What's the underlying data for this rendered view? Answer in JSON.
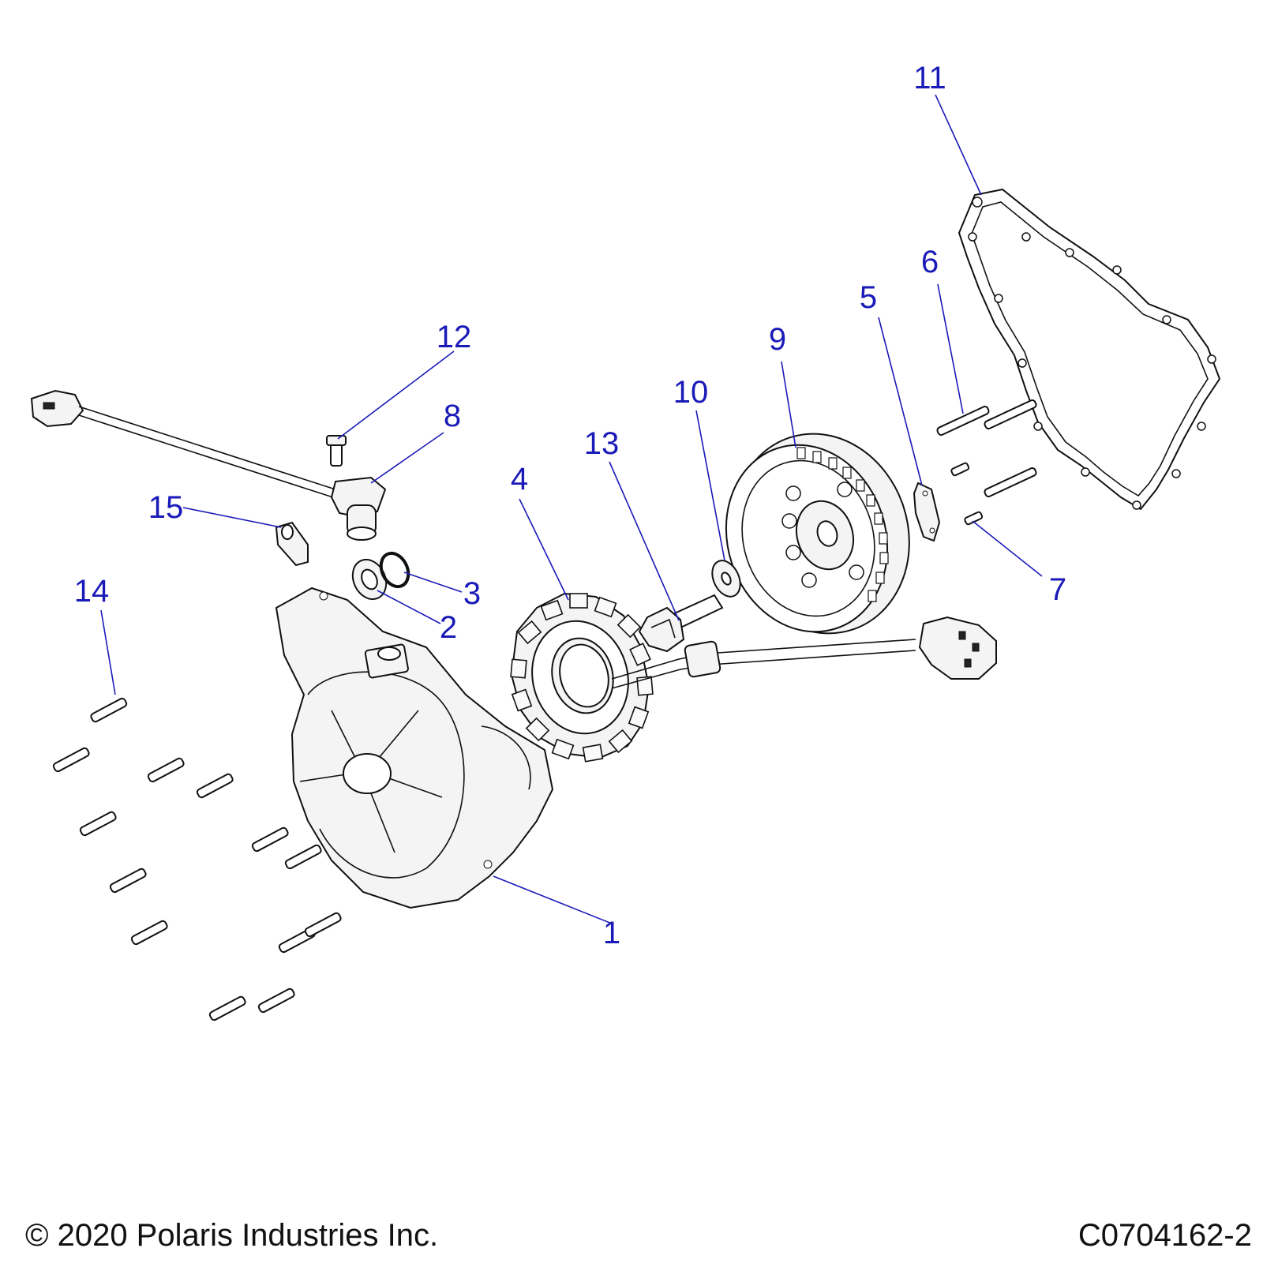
{
  "callouts": [
    "1",
    "2",
    "3",
    "4",
    "5",
    "6",
    "7",
    "8",
    "9",
    "10",
    "11",
    "12",
    "13",
    "14",
    "15"
  ],
  "footer": {
    "copyright": "© 2020 Polaris Industries Inc.",
    "figure_id": "C0704162-2"
  },
  "colors": {
    "callout": "#1a1ab8",
    "linework": "#111111",
    "part_fill": "#f4f4f4",
    "background": "#ffffff"
  }
}
